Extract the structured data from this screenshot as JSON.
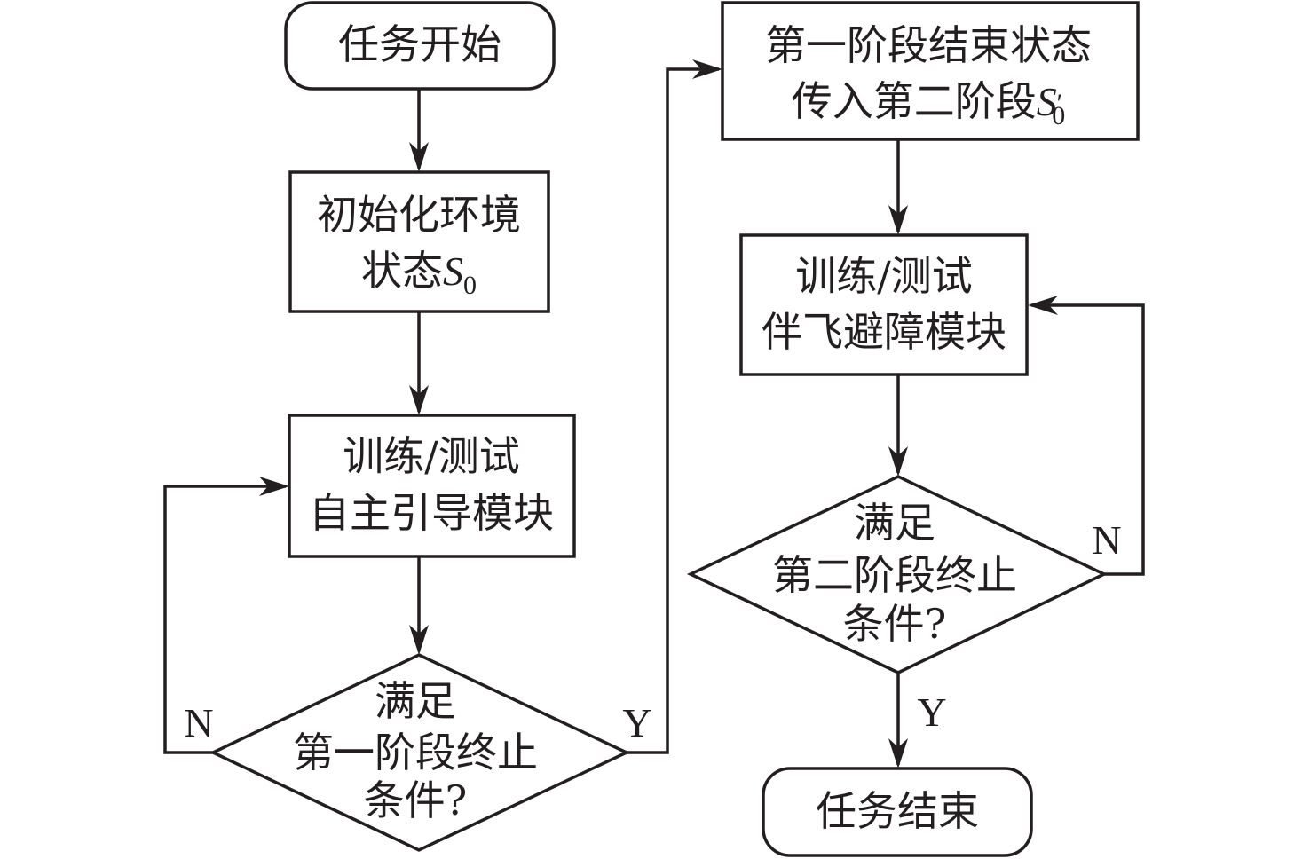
{
  "diagram": {
    "colors": {
      "stroke": "#231f20",
      "background": "#ffffff"
    },
    "nodes": {
      "start": {
        "type": "terminal",
        "lines": [
          "任务开始"
        ]
      },
      "init": {
        "type": "process",
        "lines": [
          "初始化环境"
        ],
        "line2_prefix": "状态",
        "math_symbol": "S",
        "math_subscript": "0",
        "math_prime": ""
      },
      "train1": {
        "type": "process",
        "lines": [
          "训练/测试",
          "自主引导模块"
        ]
      },
      "cond1": {
        "type": "decision",
        "lines": [
          "满足",
          "第一阶段终止",
          "条件?"
        ]
      },
      "handoff": {
        "type": "process",
        "lines": [
          "第一阶段结束状态"
        ],
        "line2_prefix": "传入第二阶段",
        "math_symbol": "S",
        "math_subscript": "0",
        "math_prime": "′"
      },
      "train2": {
        "type": "process",
        "lines": [
          "训练/测试",
          "伴飞避障模块"
        ]
      },
      "cond2": {
        "type": "decision",
        "lines": [
          "满足",
          "第二阶段终止",
          "条件?"
        ]
      },
      "end": {
        "type": "terminal",
        "lines": [
          "任务结束"
        ]
      }
    },
    "edges": [
      {
        "from": "start",
        "to": "init",
        "label": ""
      },
      {
        "from": "init",
        "to": "train1",
        "label": ""
      },
      {
        "from": "train1",
        "to": "cond1",
        "label": ""
      },
      {
        "from": "cond1",
        "to": "train1",
        "label": "N"
      },
      {
        "from": "cond1",
        "to": "handoff",
        "label": "Y"
      },
      {
        "from": "handoff",
        "to": "train2",
        "label": ""
      },
      {
        "from": "train2",
        "to": "cond2",
        "label": ""
      },
      {
        "from": "cond2",
        "to": "train2",
        "label": "N"
      },
      {
        "from": "cond2",
        "to": "end",
        "label": "Y"
      }
    ]
  }
}
